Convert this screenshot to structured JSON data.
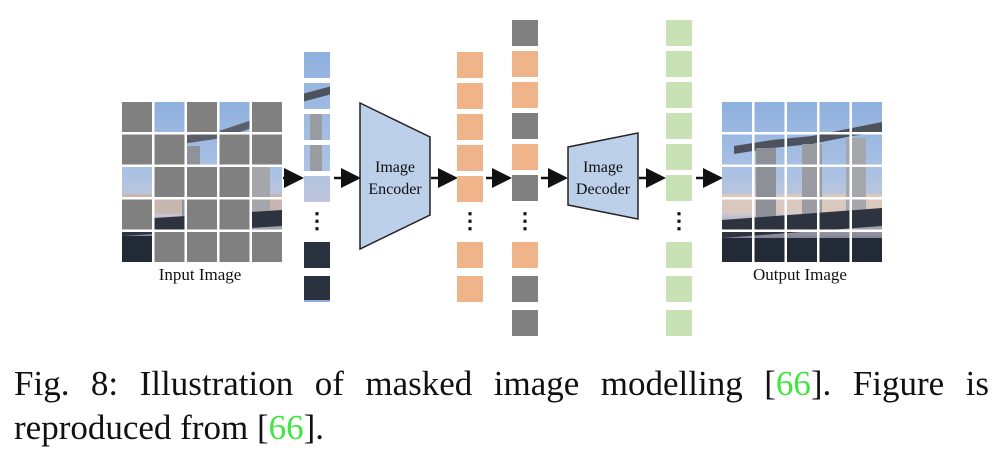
{
  "labels": {
    "input_image": "Input Image",
    "output_image": "Output Image",
    "encoder_line1": "Image",
    "encoder_line2": "Encoder",
    "decoder_line1": "Image",
    "decoder_line2": "Decoder",
    "ellipsis": "⋮"
  },
  "caption": {
    "prefix": "Fig. 8: Illustration of masked image modelling [",
    "ref1": "66",
    "middle": "]. Figure is reproduced from [",
    "ref2": "66",
    "suffix": "]."
  },
  "colors": {
    "mask_gray": "#808080",
    "encoded_orange": "#efb48a",
    "decoded_green": "#c8e2b6",
    "block_fill": "#bcd0ea",
    "citation_green": "#3ee63e"
  },
  "grid": {
    "rows": 5,
    "cols": 5,
    "input_masked": [
      [
        true,
        false,
        true,
        false,
        true
      ],
      [
        true,
        true,
        false,
        true,
        true
      ],
      [
        false,
        true,
        true,
        true,
        false
      ],
      [
        true,
        false,
        true,
        true,
        false
      ],
      [
        false,
        true,
        true,
        true,
        true
      ]
    ]
  },
  "token_column": {
    "top_tokens": 5,
    "bottom_tokens": 2
  },
  "encoded_column": {
    "top_tokens": 5,
    "bottom_tokens": 2
  },
  "combined_column": {
    "sequence_top": [
      "mask",
      "enc",
      "enc",
      "mask",
      "enc",
      "mask"
    ],
    "sequence_bottom": [
      "enc",
      "mask",
      "mask"
    ]
  },
  "decoded_column": {
    "top_tokens": 6,
    "bottom_tokens": 3
  }
}
